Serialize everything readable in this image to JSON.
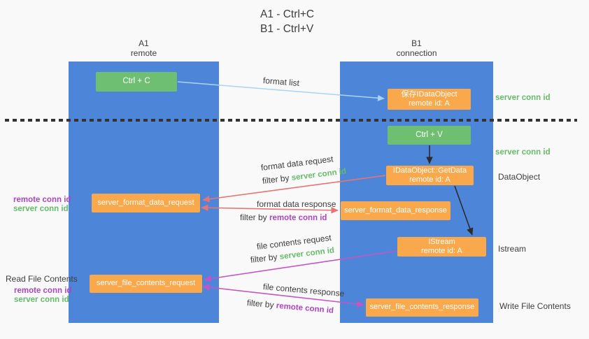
{
  "title": {
    "line1": "A1 - Ctrl+C",
    "line2": "B1 - Ctrl+V"
  },
  "lifelines": {
    "a1": {
      "name": "A1",
      "subtitle": "remote"
    },
    "b1": {
      "name": "B1",
      "subtitle": "connection"
    }
  },
  "boxes": {
    "ctrl_c": {
      "label": "Ctrl + C"
    },
    "save_dataobject": {
      "line1": "保存IDataObject",
      "line2": "remote id: A"
    },
    "ctrl_v": {
      "label": "Ctrl + V"
    },
    "getdata": {
      "line1": "IDataObject::GetData",
      "line2": "remote id: A"
    },
    "format_request": {
      "label": "server_format_data_request"
    },
    "format_response": {
      "label": "server_format_data_response"
    },
    "istream": {
      "line1": "IStream",
      "line2": "remote id: A"
    },
    "file_request": {
      "label": "server_file_contents_request"
    },
    "file_response": {
      "label": "server_file_contents_response"
    }
  },
  "side_labels": {
    "server_conn_id_top": "server conn id",
    "server_conn_id_mid": "server conn id",
    "dataobject": "DataObject",
    "istream": "Istream",
    "write_file_contents": "Write File Contents",
    "read_file_contents": "Read File Contents",
    "remote_conn_id_format": "remote conn id",
    "server_conn_id_format": "server conn id",
    "remote_conn_id_file": "remote conn id",
    "server_conn_id_file": "server conn id"
  },
  "arrow_labels": {
    "format_list": "format list",
    "format_data_request": "format data request",
    "format_data_response": "format data response",
    "file_contents_request": "file contents request",
    "file_contents_response": "file contents response",
    "filter_by": "filter by",
    "server_conn_id": "server conn id",
    "remote_conn_id": "remote conn id"
  },
  "colors": {
    "lifeline_blue": "#4d86d8",
    "action_green": "#6fbf72",
    "object_orange": "#f9a84b",
    "request_arrow_red": "#e87373",
    "file_arrow_magenta": "#c356c3",
    "format_list_arrow_blue": "#a9d5f5",
    "black_arrow": "#2b2b2b",
    "conn_id_green": "#66bb6a",
    "conn_id_purple": "#ab47bc",
    "text_dark": "#3d3d3d",
    "background": "#f9f9f9"
  }
}
